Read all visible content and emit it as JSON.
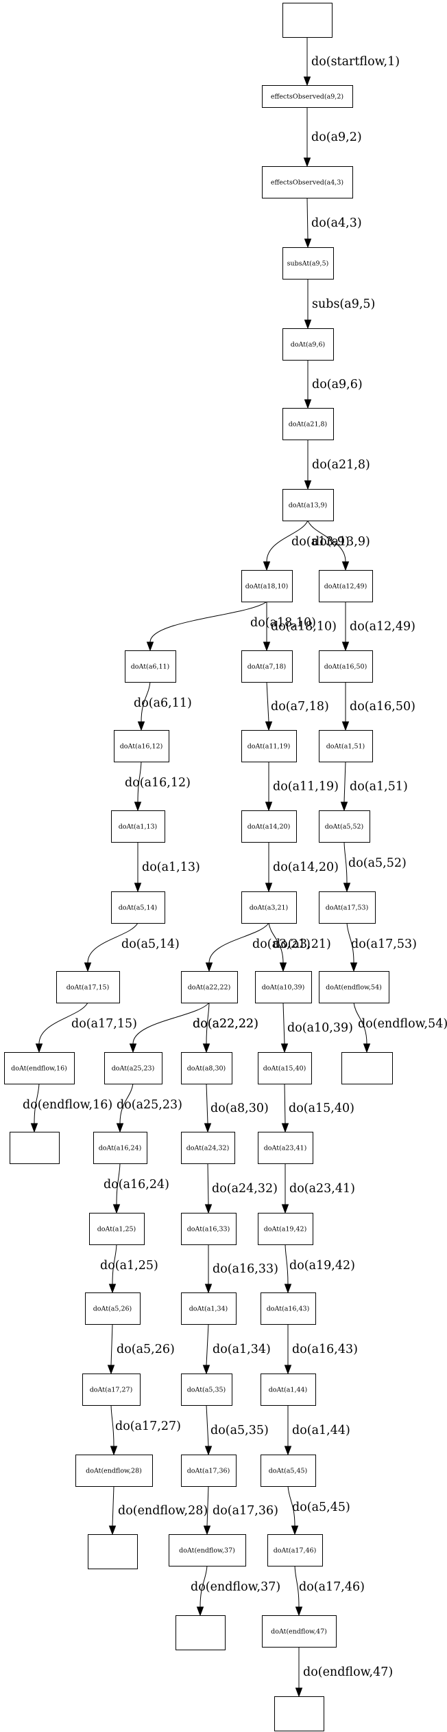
{
  "graph": {
    "nodes": [
      {
        "id": "start",
        "label": ""
      },
      {
        "id": "n1",
        "label": "effectsObserved(a9,2)"
      },
      {
        "id": "n2",
        "label": "effectsObserved(a4,3)"
      },
      {
        "id": "n3",
        "label": "subsAt(a9,5)"
      },
      {
        "id": "n4",
        "label": "doAt(a9,6)"
      },
      {
        "id": "n5",
        "label": "doAt(a21,8)"
      },
      {
        "id": "n6",
        "label": "doAt(a13,9)"
      },
      {
        "id": "n7",
        "label": "doAt(a18,10)"
      },
      {
        "id": "n8",
        "label": "doAt(a12,49)"
      },
      {
        "id": "n9",
        "label": "doAt(a6,11)"
      },
      {
        "id": "n10",
        "label": "doAt(a7,18)"
      },
      {
        "id": "n11",
        "label": "doAt(a16,50)"
      },
      {
        "id": "n12",
        "label": "doAt(a16,12)"
      },
      {
        "id": "n13",
        "label": "doAt(a11,19)"
      },
      {
        "id": "n14",
        "label": "doAt(a1,51)"
      },
      {
        "id": "n15",
        "label": "doAt(a1,13)"
      },
      {
        "id": "n16",
        "label": "doAt(a14,20)"
      },
      {
        "id": "n17",
        "label": "doAt(a5,52)"
      },
      {
        "id": "n18",
        "label": "doAt(a5,14)"
      },
      {
        "id": "n19",
        "label": "doAt(a3,21)"
      },
      {
        "id": "n20",
        "label": "doAt(a17,53)"
      },
      {
        "id": "n21",
        "label": "doAt(a17,15)"
      },
      {
        "id": "n22",
        "label": "doAt(a22,22)"
      },
      {
        "id": "n23",
        "label": "doAt(a10,39)"
      },
      {
        "id": "n24",
        "label": "doAt(endflow,54)"
      },
      {
        "id": "n25",
        "label": "doAt(endflow,16)"
      },
      {
        "id": "n26",
        "label": "doAt(a25,23)"
      },
      {
        "id": "n27",
        "label": "doAt(a8,30)"
      },
      {
        "id": "n28",
        "label": "doAt(a15,40)"
      },
      {
        "id": "end54",
        "label": ""
      },
      {
        "id": "end16",
        "label": ""
      },
      {
        "id": "n29",
        "label": "doAt(a16,24)"
      },
      {
        "id": "n30",
        "label": "doAt(a24,32)"
      },
      {
        "id": "n31",
        "label": "doAt(a23,41)"
      },
      {
        "id": "n32",
        "label": "doAt(a1,25)"
      },
      {
        "id": "n33",
        "label": "doAt(a16,33)"
      },
      {
        "id": "n34",
        "label": "doAt(a19,42)"
      },
      {
        "id": "n35",
        "label": "doAt(a5,26)"
      },
      {
        "id": "n36",
        "label": "doAt(a1,34)"
      },
      {
        "id": "n37",
        "label": "doAt(a16,43)"
      },
      {
        "id": "n38",
        "label": "doAt(a17,27)"
      },
      {
        "id": "n39",
        "label": "doAt(a5,35)"
      },
      {
        "id": "n40",
        "label": "doAt(a1,44)"
      },
      {
        "id": "n41",
        "label": "doAt(endflow,28)"
      },
      {
        "id": "n42",
        "label": "doAt(a17,36)"
      },
      {
        "id": "n43",
        "label": "doAt(a5,45)"
      },
      {
        "id": "end28",
        "label": ""
      },
      {
        "id": "n44",
        "label": "doAt(endflow,37)"
      },
      {
        "id": "n45",
        "label": "doAt(a17,46)"
      },
      {
        "id": "end37",
        "label": ""
      },
      {
        "id": "n46",
        "label": "doAt(endflow,47)"
      },
      {
        "id": "end47",
        "label": ""
      }
    ],
    "edges": [
      {
        "from": "start",
        "to": "n1",
        "label": "do(startflow,1)"
      },
      {
        "from": "n1",
        "to": "n2",
        "label": "do(a9,2)"
      },
      {
        "from": "n2",
        "to": "n3",
        "label": "do(a4,3)"
      },
      {
        "from": "n3",
        "to": "n4",
        "label": "subs(a9,5)"
      },
      {
        "from": "n4",
        "to": "n5",
        "label": "do(a9,6)"
      },
      {
        "from": "n5",
        "to": "n6",
        "label": "do(a21,8)"
      },
      {
        "from": "n6",
        "to": "n7",
        "label": "do(a13,9)"
      },
      {
        "from": "n6",
        "to": "n8",
        "label": "do(a13,9)"
      },
      {
        "from": "n7",
        "to": "n9",
        "label": "do(a18,10)"
      },
      {
        "from": "n7",
        "to": "n10",
        "label": "do(a18,10)"
      },
      {
        "from": "n8",
        "to": "n11",
        "label": "do(a12,49)"
      },
      {
        "from": "n9",
        "to": "n12",
        "label": "do(a6,11)"
      },
      {
        "from": "n10",
        "to": "n13",
        "label": "do(a7,18)"
      },
      {
        "from": "n11",
        "to": "n14",
        "label": "do(a16,50)"
      },
      {
        "from": "n12",
        "to": "n15",
        "label": "do(a16,12)"
      },
      {
        "from": "n13",
        "to": "n16",
        "label": "do(a11,19)"
      },
      {
        "from": "n14",
        "to": "n17",
        "label": "do(a1,51)"
      },
      {
        "from": "n15",
        "to": "n18",
        "label": "do(a1,13)"
      },
      {
        "from": "n16",
        "to": "n19",
        "label": "do(a14,20)"
      },
      {
        "from": "n17",
        "to": "n20",
        "label": "do(a5,52)"
      },
      {
        "from": "n18",
        "to": "n21",
        "label": "do(a5,14)"
      },
      {
        "from": "n19",
        "to": "n22",
        "label": "do(a3,21)"
      },
      {
        "from": "n19",
        "to": "n23",
        "label": "do(a3,21)"
      },
      {
        "from": "n20",
        "to": "n24",
        "label": "do(a17,53)"
      },
      {
        "from": "n21",
        "to": "n25",
        "label": "do(a17,15)"
      },
      {
        "from": "n22",
        "to": "n26",
        "label": "do(a22,22)"
      },
      {
        "from": "n22",
        "to": "n27",
        "label": "do(a22,22)"
      },
      {
        "from": "n23",
        "to": "n28",
        "label": "do(a10,39)"
      },
      {
        "from": "n24",
        "to": "end54",
        "label": "do(endflow,54)"
      },
      {
        "from": "n25",
        "to": "end16",
        "label": "do(endflow,16)"
      },
      {
        "from": "n26",
        "to": "n29",
        "label": "do(a25,23)"
      },
      {
        "from": "n27",
        "to": "n30",
        "label": "do(a8,30)"
      },
      {
        "from": "n28",
        "to": "n31",
        "label": "do(a15,40)"
      },
      {
        "from": "n29",
        "to": "n32",
        "label": "do(a16,24)"
      },
      {
        "from": "n30",
        "to": "n33",
        "label": "do(a24,32)"
      },
      {
        "from": "n31",
        "to": "n34",
        "label": "do(a23,41)"
      },
      {
        "from": "n32",
        "to": "n35",
        "label": "do(a1,25)"
      },
      {
        "from": "n33",
        "to": "n36",
        "label": "do(a16,33)"
      },
      {
        "from": "n34",
        "to": "n37",
        "label": "do(a19,42)"
      },
      {
        "from": "n35",
        "to": "n38",
        "label": "do(a5,26)"
      },
      {
        "from": "n36",
        "to": "n39",
        "label": "do(a1,34)"
      },
      {
        "from": "n37",
        "to": "n40",
        "label": "do(a16,43)"
      },
      {
        "from": "n38",
        "to": "n41",
        "label": "do(a17,27)"
      },
      {
        "from": "n39",
        "to": "n42",
        "label": "do(a5,35)"
      },
      {
        "from": "n40",
        "to": "n43",
        "label": "do(a1,44)"
      },
      {
        "from": "n41",
        "to": "end28",
        "label": "do(endflow,28)"
      },
      {
        "from": "n42",
        "to": "n44",
        "label": "do(a17,36)"
      },
      {
        "from": "n43",
        "to": "n45",
        "label": "do(a5,45)"
      },
      {
        "from": "n44",
        "to": "end37",
        "label": "do(endflow,37)"
      },
      {
        "from": "n45",
        "to": "n46",
        "label": "do(a17,46)"
      },
      {
        "from": "n46",
        "to": "end47",
        "label": "do(endflow,47)"
      }
    ]
  }
}
